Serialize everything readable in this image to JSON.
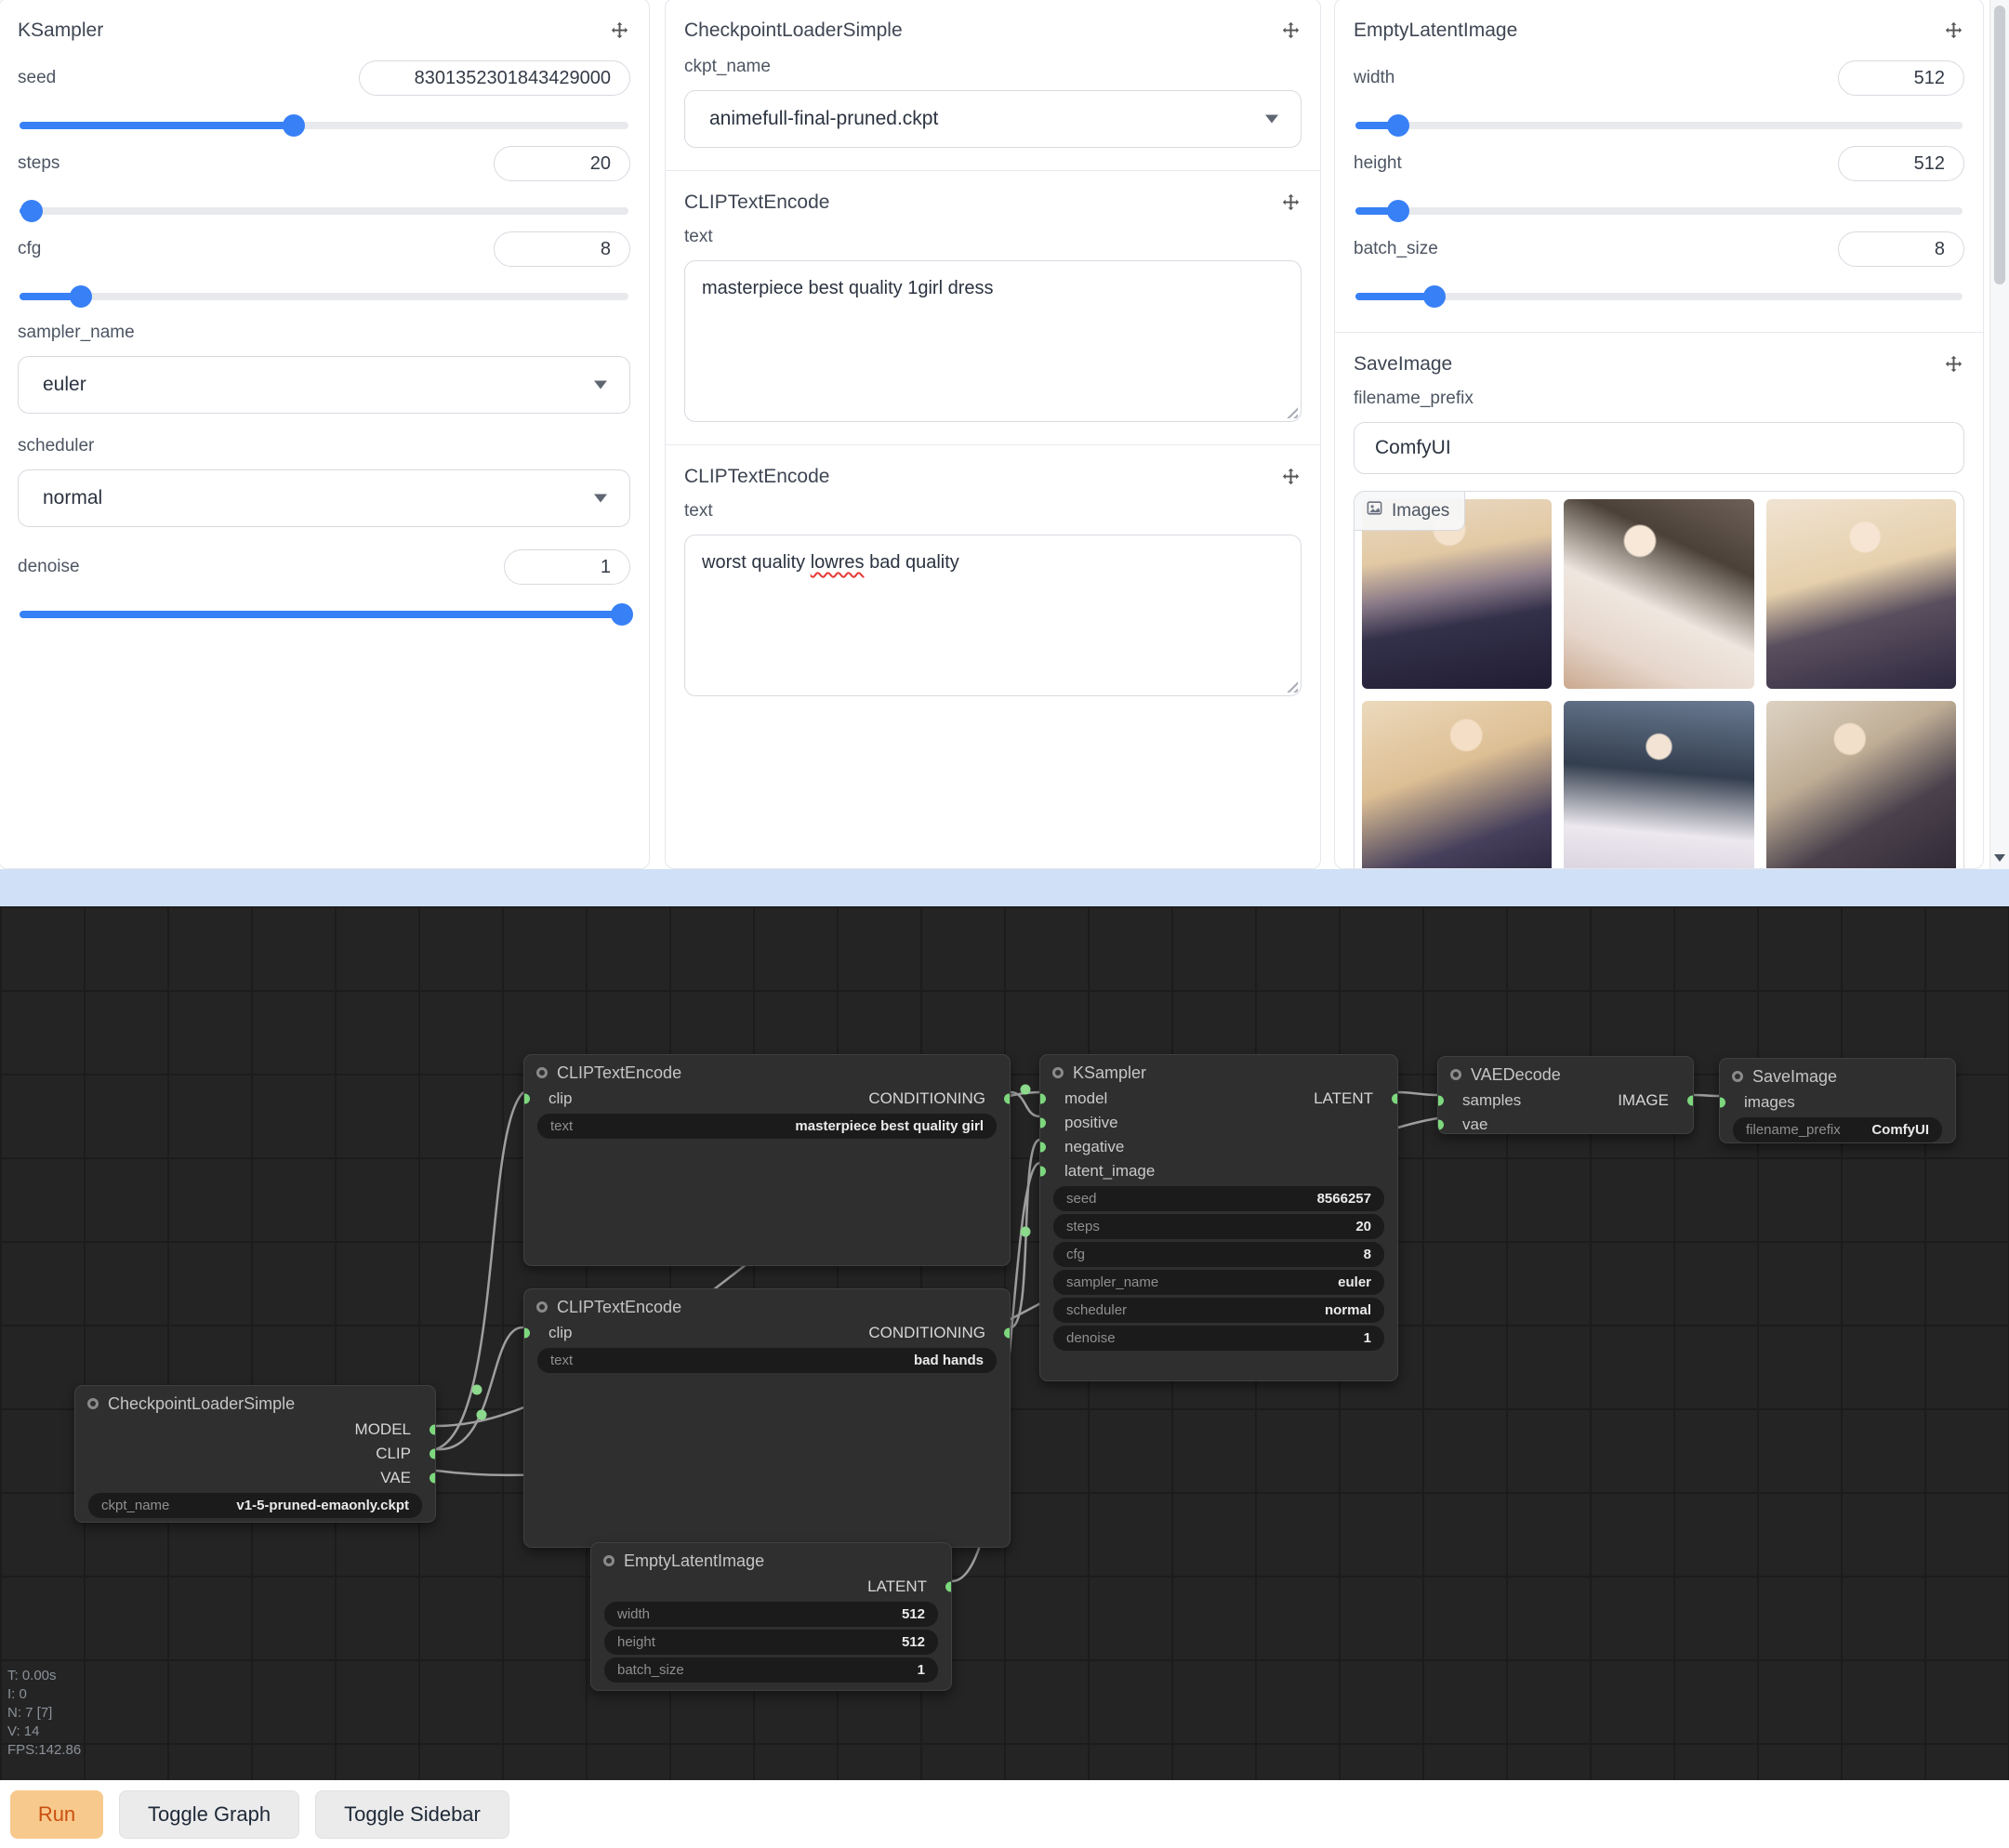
{
  "panels": {
    "ksampler": {
      "title": "KSampler",
      "fields": {
        "seed": {
          "label": "seed",
          "value": "8301352301843429000"
        },
        "steps": {
          "label": "steps",
          "value": "20"
        },
        "cfg": {
          "label": "cfg",
          "value": "8"
        },
        "sampler_name": {
          "label": "sampler_name",
          "value": "euler"
        },
        "scheduler": {
          "label": "scheduler",
          "value": "normal"
        },
        "denoise": {
          "label": "denoise",
          "value": "1"
        }
      }
    },
    "checkpoint_loader": {
      "title": "CheckpointLoaderSimple",
      "ckpt_label": "ckpt_name",
      "ckpt_value": "animefull-final-pruned.ckpt"
    },
    "positive_prompt": {
      "title": "CLIPTextEncode",
      "text_label": "text",
      "text_value": "masterpiece best quality 1girl dress"
    },
    "negative_prompt": {
      "title": "CLIPTextEncode",
      "text_label": "text",
      "text_before": "worst quality ",
      "text_misspelled": "lowres",
      "text_after": " bad quality"
    },
    "empty_latent": {
      "title": "EmptyLatentImage",
      "fields": {
        "width": {
          "label": "width",
          "value": "512"
        },
        "height": {
          "label": "height",
          "value": "512"
        },
        "batch_size": {
          "label": "batch_size",
          "value": "8"
        }
      }
    },
    "save_image": {
      "title": "SaveImage",
      "filename_label": "filename_prefix",
      "filename_value": "ComfyUI",
      "images_label": "Images"
    }
  },
  "graph": {
    "checkpoint_loader": {
      "title": "CheckpointLoaderSimple",
      "outputs": [
        "MODEL",
        "CLIP",
        "VAE"
      ],
      "widget": {
        "label": "ckpt_name",
        "value": "v1-5-pruned-emaonly.ckpt"
      }
    },
    "clip_positive": {
      "title": "CLIPTextEncode",
      "input": "clip",
      "output": "CONDITIONING",
      "widget": {
        "label": "text",
        "value": "masterpiece best quality girl"
      }
    },
    "clip_negative": {
      "title": "CLIPTextEncode",
      "input": "clip",
      "output": "CONDITIONING",
      "widget": {
        "label": "text",
        "value": "bad hands"
      }
    },
    "ksampler": {
      "title": "KSampler",
      "inputs": [
        "model",
        "positive",
        "negative",
        "latent_image"
      ],
      "output": "LATENT",
      "widgets": [
        {
          "label": "seed",
          "value": "8566257"
        },
        {
          "label": "steps",
          "value": "20"
        },
        {
          "label": "cfg",
          "value": "8"
        },
        {
          "label": "sampler_name",
          "value": "euler"
        },
        {
          "label": "scheduler",
          "value": "normal"
        },
        {
          "label": "denoise",
          "value": "1"
        }
      ]
    },
    "vae_decode": {
      "title": "VAEDecode",
      "inputs": [
        "samples",
        "vae"
      ],
      "output": "IMAGE"
    },
    "save_image": {
      "title": "SaveImage",
      "input": "images",
      "widget": {
        "label": "filename_prefix",
        "value": "ComfyUI"
      }
    },
    "empty_latent": {
      "title": "EmptyLatentImage",
      "output": "LATENT",
      "widgets": [
        {
          "label": "width",
          "value": "512"
        },
        {
          "label": "height",
          "value": "512"
        },
        {
          "label": "batch_size",
          "value": "1"
        }
      ]
    },
    "stats": [
      "T: 0.00s",
      "I: 0",
      "N: 7 [7]",
      "V: 14",
      "FPS:142.86"
    ]
  },
  "footer": {
    "run": "Run",
    "toggle_graph": "Toggle Graph",
    "toggle_sidebar": "Toggle Sidebar"
  },
  "colors": {
    "accent_blue": "#3880f6",
    "graph_bg": "#242424",
    "port_green": "#7dd87d",
    "run_bg": "#f8c98c",
    "run_text": "#c94f10"
  }
}
